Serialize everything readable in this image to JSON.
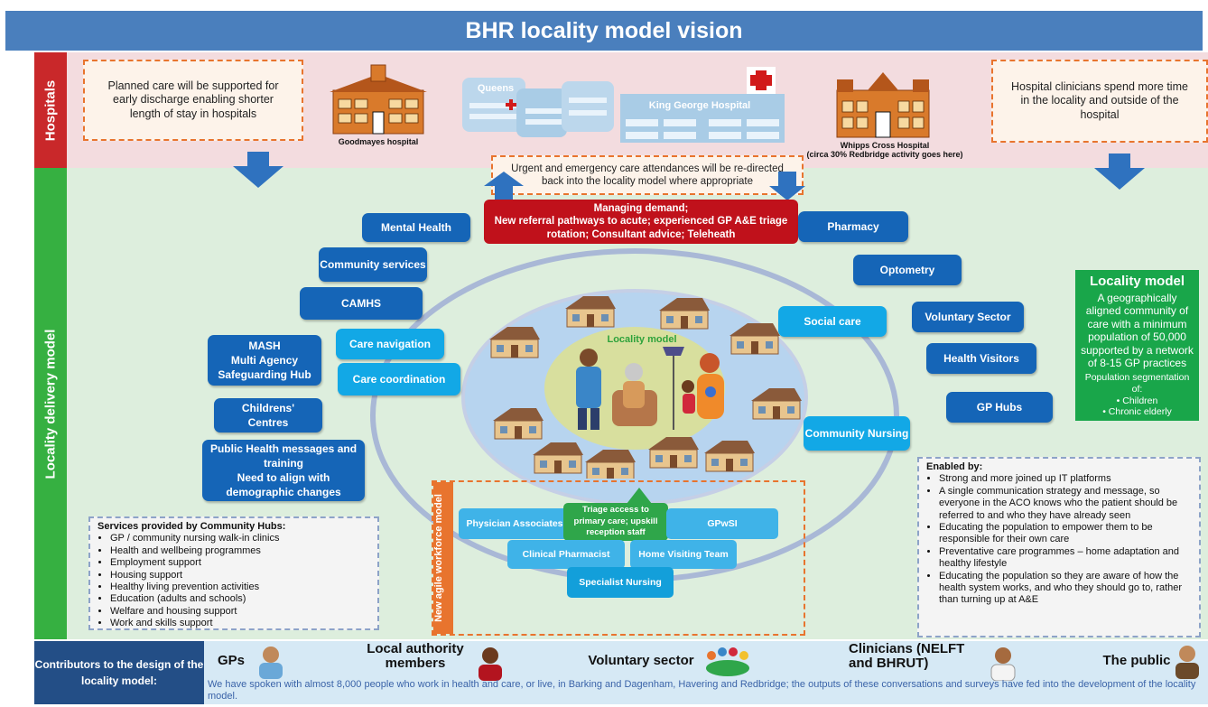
{
  "title": "BHR locality model vision",
  "bands": {
    "hospitals": "Hospitals",
    "locality": "Locality delivery model"
  },
  "hospital_row": {
    "left_note": "Planned care will be supported for early discharge enabling shorter length of stay in hospitals",
    "right_note": "Hospital clinicians spend more time in the locality and outside of the hospital",
    "goodmayes": "Goodmayes hospital",
    "queens": "Queens",
    "king_george": "King George Hospital",
    "whipps": "Whipps Cross Hospital",
    "whipps_note": "(circa 30% Redbridge activity goes here)",
    "urgent_note": "Urgent and emergency care attendances will be re-directed back into the locality model where appropriate"
  },
  "managing_demand": "Managing demand;\nNew referral pathways to acute; experienced GP A&E triage rotation; Consultant advice; Teleheath",
  "services_left": {
    "mental_health": "Mental Health",
    "community_services": "Community services",
    "camhs": "CAMHS",
    "mash": "MASH\nMulti Agency\nSafeguarding Hub",
    "care_navigation": "Care navigation",
    "care_coordination": "Care  coordination",
    "childrens_centres": "Childrens'\nCentres",
    "public_health": "Public Health messages and training\nNeed to align with demographic changes"
  },
  "services_right": {
    "pharmacy": "Pharmacy",
    "optometry": "Optometry",
    "social_care": "Social care",
    "voluntary_sector": "Voluntary Sector",
    "health_visitors": "Health Visitors",
    "gp_hubs": "GP Hubs",
    "community_nursing": "Community Nursing"
  },
  "center_label": "Locality model",
  "locality_model_box": {
    "heading": "Locality model",
    "text": "A geographically aligned community of care with a minimum population of 50,000 supported by a network of 8-15 GP practices",
    "seg_label": "Population segmentation of:",
    "seg_items": [
      "Children",
      "Chronic elderly"
    ]
  },
  "community_hubs": {
    "heading": "Services provided by Community Hubs:",
    "items": [
      "GP / community nursing walk-in clinics",
      "Health and wellbeing programmes",
      "Employment support",
      "Housing support",
      "Healthy living prevention activities",
      "Education (adults and schools)",
      "Welfare and housing support",
      "Work and skills support"
    ]
  },
  "enabled_by": {
    "heading": "Enabled by:",
    "items": [
      "Strong and more joined up IT platforms",
      "A single communication strategy and message, so everyone in the ACO knows who the patient should be referred to and who they have already seen",
      "Educating the population to empower them to be responsible for their own care",
      "Preventative care programmes – home adaptation and healthy lifestyle",
      "Educating the population so they are aware of how the health system works, and who they should go to, rather than turning up at A&E"
    ]
  },
  "workforce": {
    "label": "New agile workforce model",
    "physician_associates": "Physician Associates",
    "triage": "Triage access to primary care; upskill reception staff",
    "gpwsi": "GPwSI",
    "clinical_pharmacist": "Clinical Pharmacist",
    "home_visiting": "Home Visiting Team",
    "specialist_nursing": "Specialist Nursing"
  },
  "contributors": {
    "label": "Contributors to the design of the locality model:",
    "gps": "GPs",
    "local_authority": "Local authority members",
    "voluntary": "Voluntary sector",
    "clinicians": "Clinicians (NELFT and BHRUT)",
    "public": "The public",
    "statement": "We have spoken with almost 8,000 people who work in health and care, or live, in Barking and Dagenham, Havering and Redbridge; the outputs of these conversations and surveys have fed into the development of the locality model."
  },
  "colors": {
    "title_blue": "#4a7fbd",
    "hospital_red": "#c9282a",
    "locality_green": "#36b041",
    "service_blue": "#1565b7",
    "service_light": "#12a8e6",
    "demand_red": "#c0111b",
    "orange_dash": "#e8742e"
  }
}
